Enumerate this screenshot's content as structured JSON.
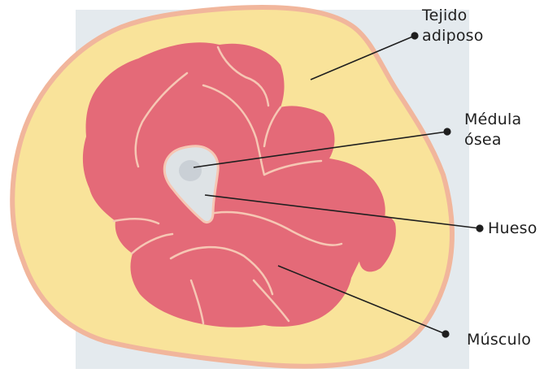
{
  "diagram": {
    "labels": {
      "tejido_line1": "Tejido",
      "tejido_line2": "adiposo",
      "medula_line1": "Médula",
      "medula_line2": "ósea",
      "hueso": "Hueso",
      "musculo": "Músculo"
    },
    "colors": {
      "background_panel": "#E4EAEE",
      "fat_fill": "#F9E39A",
      "fat_outline": "#F1B69C",
      "muscle_fill": "#E46A78",
      "muscle_seam": "#F6C7B4",
      "bone_fill": "#DEE3E6",
      "marrow_fill": "#C7CDD2",
      "leader_line": "#1f1f1f"
    }
  }
}
